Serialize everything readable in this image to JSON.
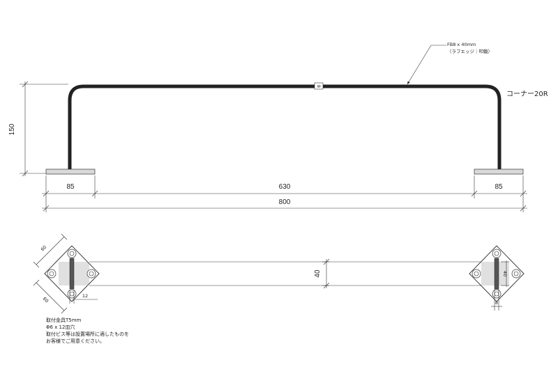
{
  "elevation": {
    "material_line1": "FB8 x 40mm",
    "material_line2": "（ラフエッジ｜叩鍛）",
    "corner_label": "コーナー20R",
    "thickness_label": "8",
    "height_dim": "150",
    "left_base_dim": "85",
    "center_dim": "630",
    "right_base_dim": "85",
    "overall_dim": "800"
  },
  "plan": {
    "plate_side_top": "60",
    "plate_side_bottom": "60",
    "slot_width_dim": "12",
    "bar_width_dim": "40",
    "right_plate_width_dim": "40",
    "right_plate_thickness_dim": "8"
  },
  "notes": [
    "取付金具T5mm",
    "Φ6 x 12皿穴",
    "取付ビス等は設置場所に適したものを",
    "お客様でご用意ください。"
  ]
}
